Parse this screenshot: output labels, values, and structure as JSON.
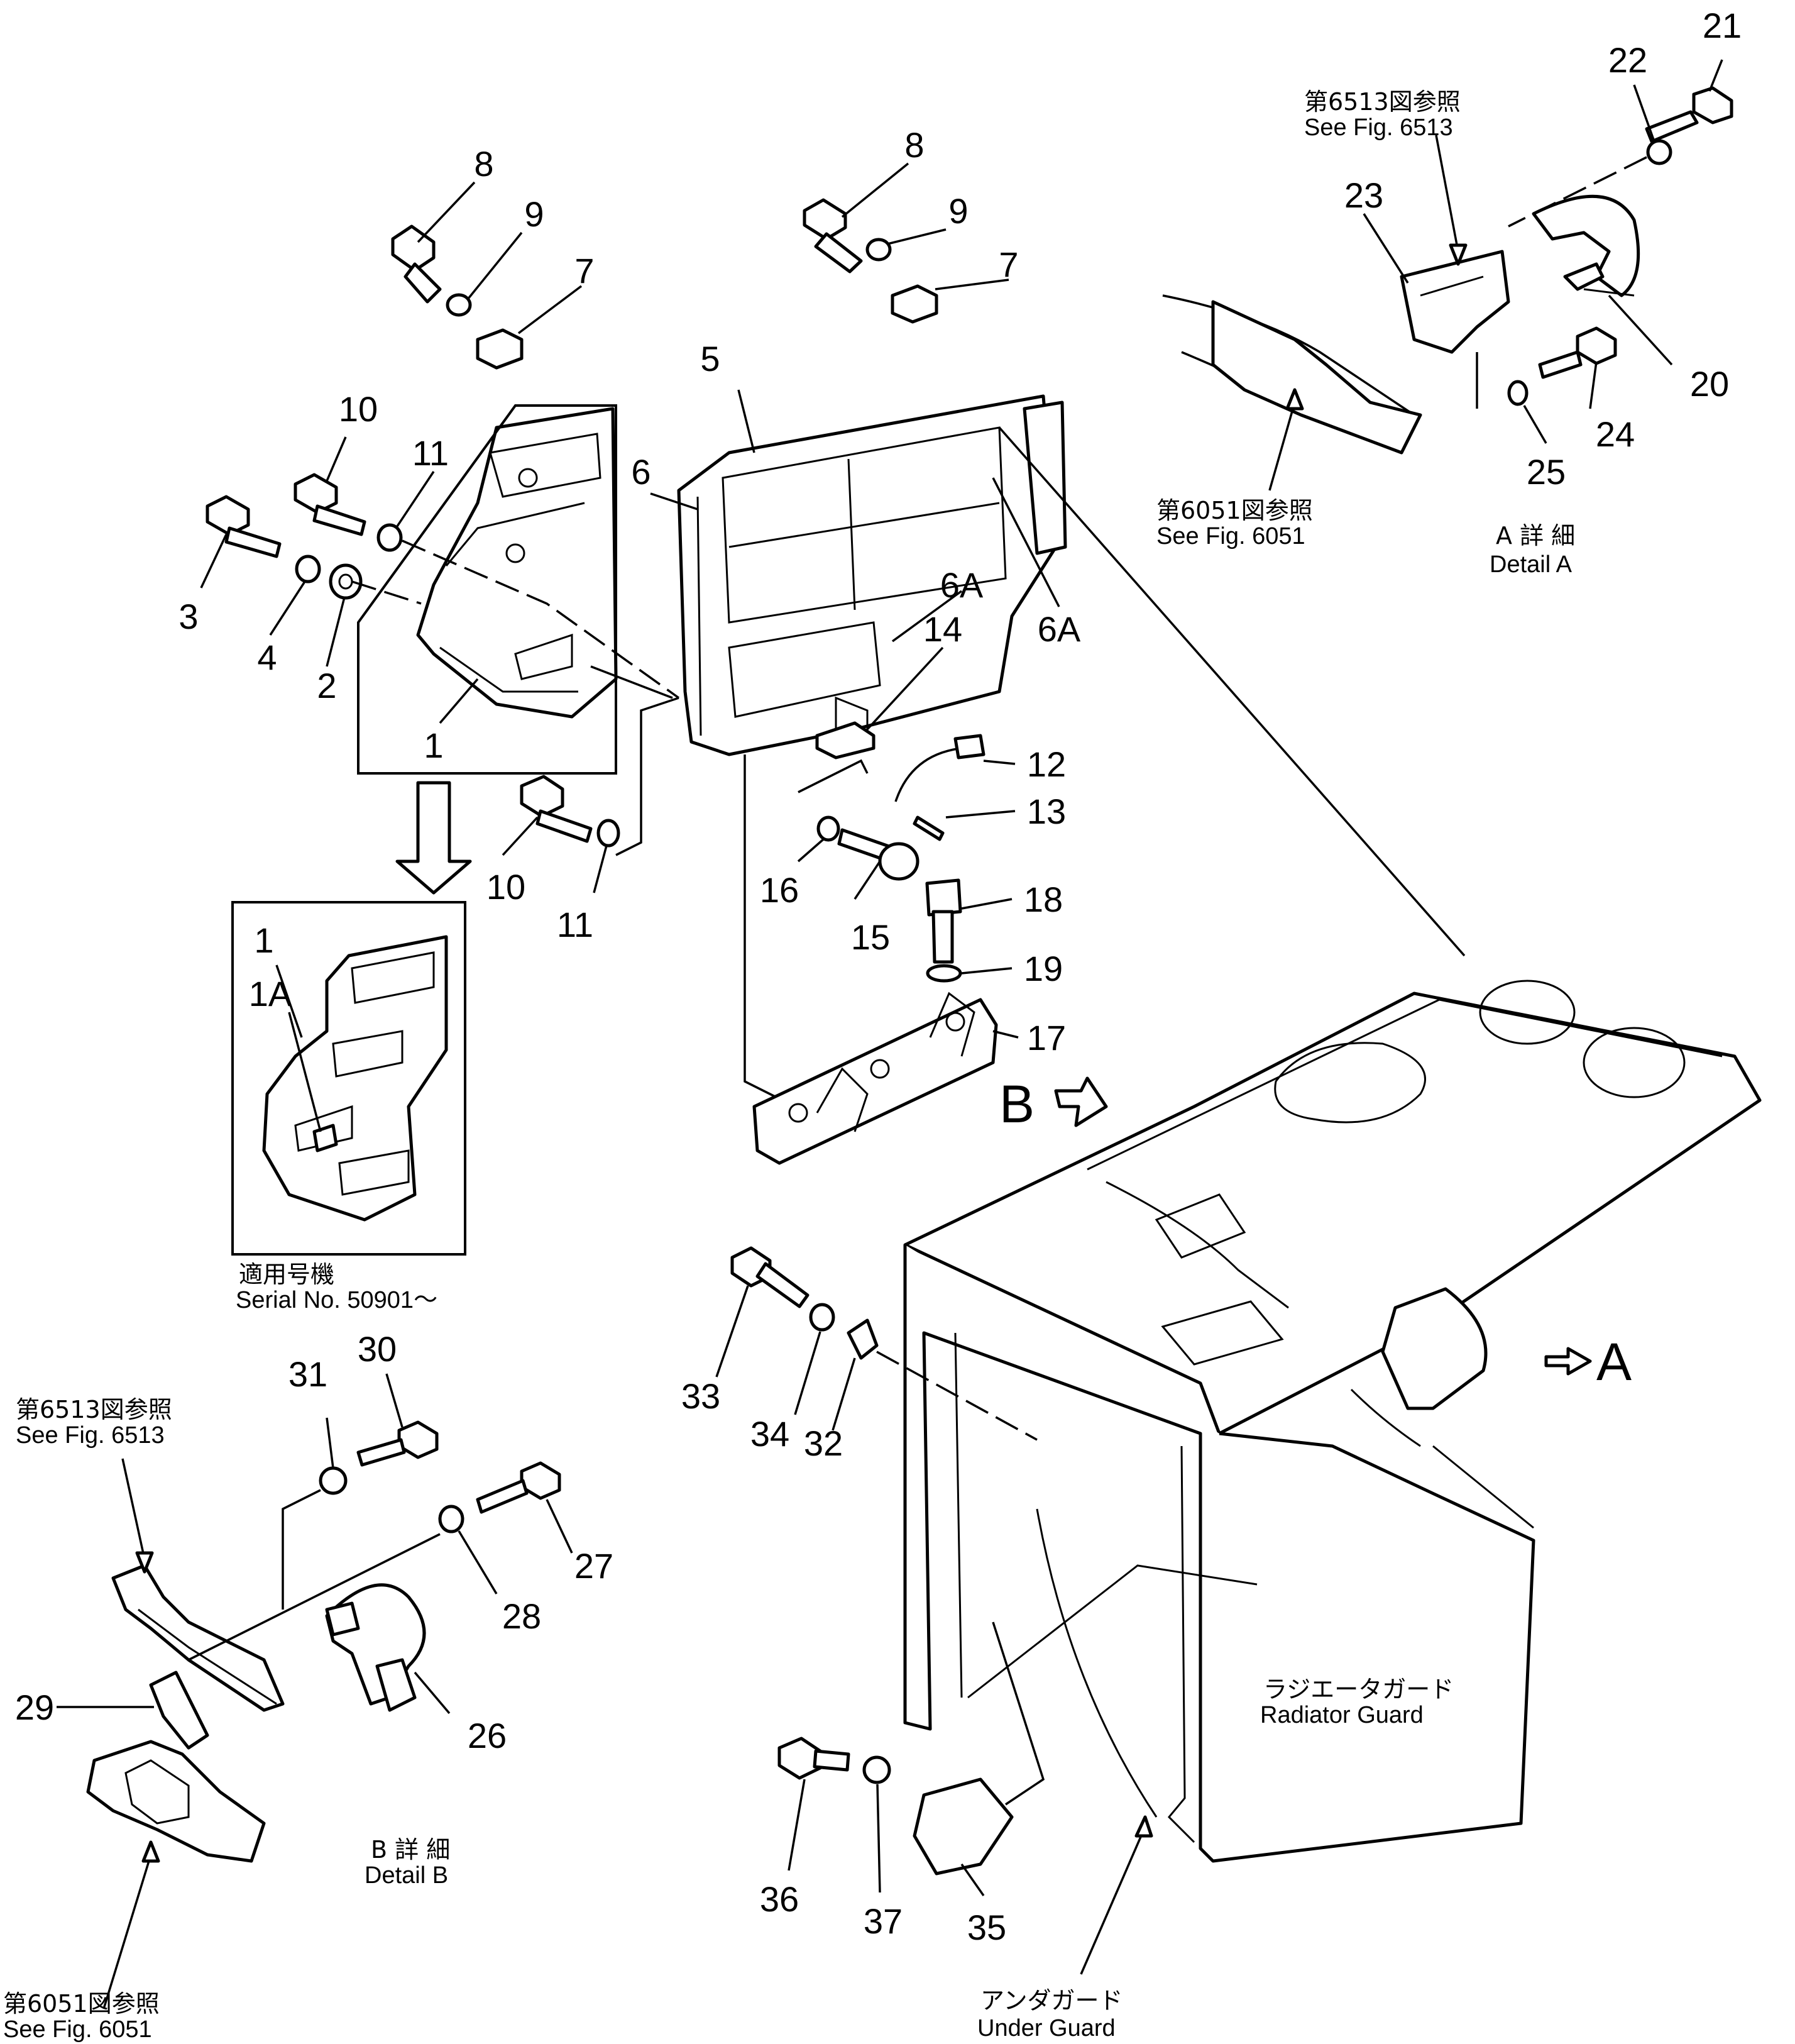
{
  "callouts": {
    "c1": "1",
    "c1b": "1",
    "c1a": "1A",
    "c2": "2",
    "c3": "3",
    "c4": "4",
    "c5": "5",
    "c6": "6",
    "c6a1": "6A",
    "c6a2": "6A",
    "c7a": "7",
    "c7b": "7",
    "c8a": "8",
    "c8b": "8",
    "c9a": "9",
    "c9b": "9",
    "c10a": "10",
    "c10b": "10",
    "c11a": "11",
    "c11b": "11",
    "c12": "12",
    "c13": "13",
    "c14": "14",
    "c15": "15",
    "c16": "16",
    "c17": "17",
    "c18": "18",
    "c19": "19",
    "c20": "20",
    "c21": "21",
    "c22": "22",
    "c23": "23",
    "c24": "24",
    "c25": "25",
    "c26": "26",
    "c27": "27",
    "c28": "28",
    "c29": "29",
    "c30": "30",
    "c31": "31",
    "c32": "32",
    "c33": "33",
    "c34": "34",
    "c35": "35",
    "c36": "36",
    "c37": "37"
  },
  "view_markers": {
    "a": "A",
    "b": "B"
  },
  "notes": {
    "ref6513_a_jp": "第6513図参照",
    "ref6513_a_en": "See  Fig.  6513",
    "ref6051_a_jp": "第6051図参照",
    "ref6051_a_en": "See  Fig.  6051",
    "detail_a_jp": "A 詳 細",
    "detail_a_en": "Detail  A",
    "serial_jp": "適用号機",
    "serial_en": "Serial  No.  50901～",
    "ref6513_b_jp": "第6513図参照",
    "ref6513_b_en": "See  Fig.  6513",
    "detail_b_jp": "B 詳 細",
    "detail_b_en": "Detail  B",
    "ref6051_b_jp": "第6051図参照",
    "ref6051_b_en": "See  Fig.  6051",
    "radiator_jp": "ラジエータガード",
    "radiator_en": "Radiator  Guard",
    "under_jp": "アンダガード",
    "under_en": "Under  Guard"
  }
}
